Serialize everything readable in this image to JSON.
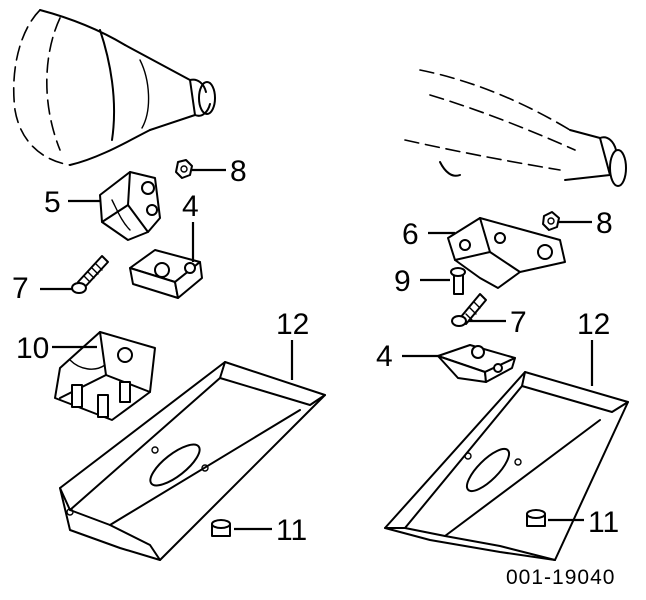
{
  "callouts": {
    "c8_left": "8",
    "c5": "5",
    "c4_left": "4",
    "c7_left": "7",
    "c10": "10",
    "c12_left": "12",
    "c11_left": "11",
    "c6": "6",
    "c8_right": "8",
    "c9": "9",
    "c7_right": "7",
    "c4_right": "4",
    "c12_right": "12",
    "c11_right": "11"
  },
  "figure_code": "001-19040"
}
